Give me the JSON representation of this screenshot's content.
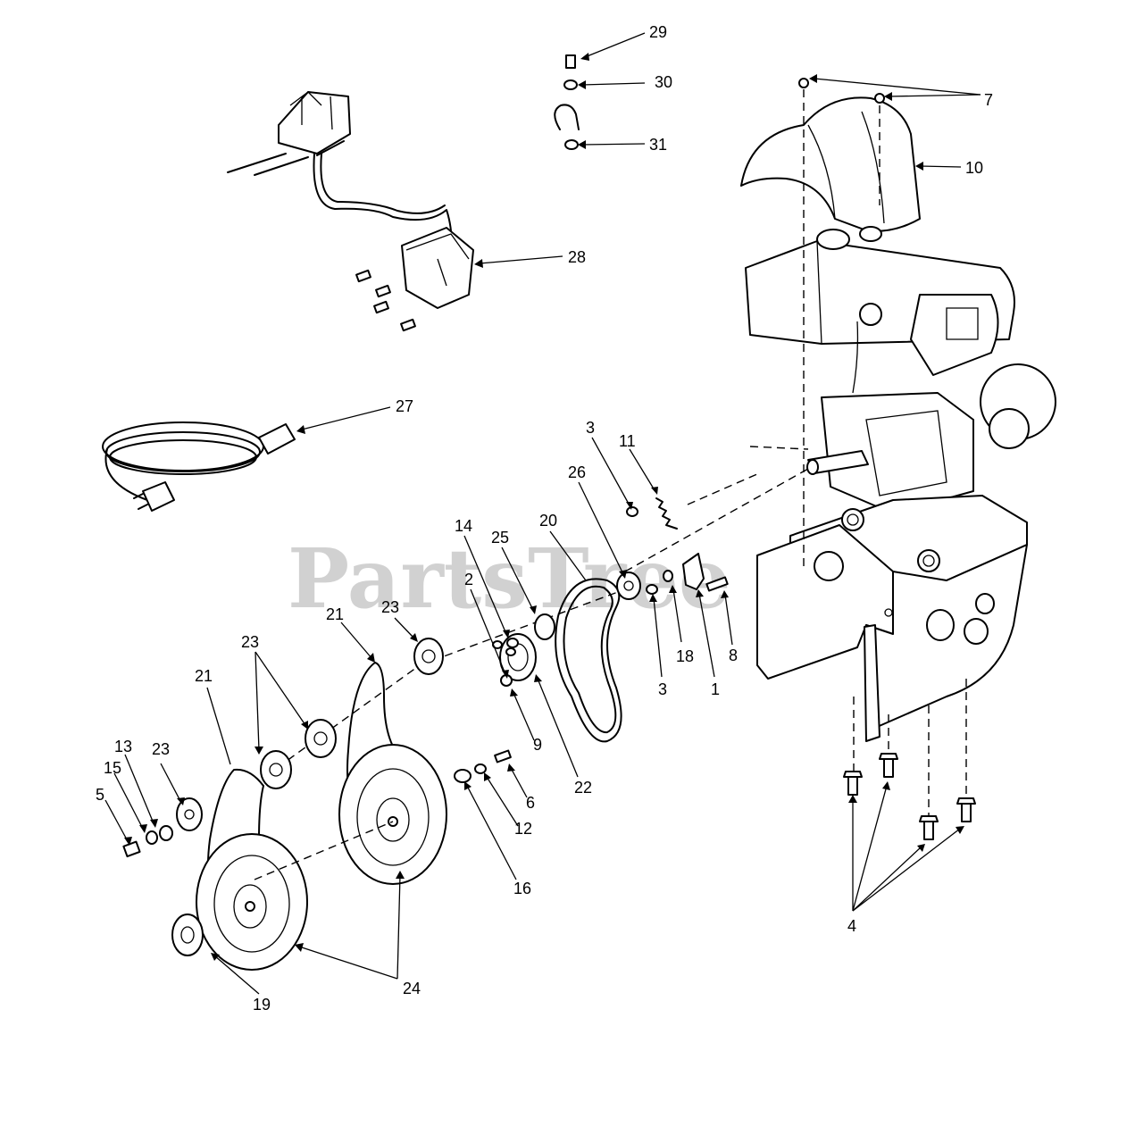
{
  "watermark": "PartsTree",
  "callouts": [
    {
      "id": "c29",
      "label": "29"
    },
    {
      "id": "c30",
      "label": "30"
    },
    {
      "id": "c31",
      "label": "31"
    },
    {
      "id": "c7",
      "label": "7"
    },
    {
      "id": "c10",
      "label": "10"
    },
    {
      "id": "c28",
      "label": "28"
    },
    {
      "id": "c27",
      "label": "27"
    },
    {
      "id": "c3a",
      "label": "3"
    },
    {
      "id": "c11",
      "label": "11"
    },
    {
      "id": "c26",
      "label": "26"
    },
    {
      "id": "c20",
      "label": "20"
    },
    {
      "id": "c14",
      "label": "14"
    },
    {
      "id": "c25",
      "label": "25"
    },
    {
      "id": "c2",
      "label": "2"
    },
    {
      "id": "c23a",
      "label": "23"
    },
    {
      "id": "c21a",
      "label": "21"
    },
    {
      "id": "c23b",
      "label": "23"
    },
    {
      "id": "c21b",
      "label": "21"
    },
    {
      "id": "c13",
      "label": "13"
    },
    {
      "id": "c23c",
      "label": "23"
    },
    {
      "id": "c15",
      "label": "15"
    },
    {
      "id": "c5",
      "label": "5"
    },
    {
      "id": "c18",
      "label": "18"
    },
    {
      "id": "c3b",
      "label": "3"
    },
    {
      "id": "c1",
      "label": "1"
    },
    {
      "id": "c8",
      "label": "8"
    },
    {
      "id": "c9",
      "label": "9"
    },
    {
      "id": "c22",
      "label": "22"
    },
    {
      "id": "c6",
      "label": "6"
    },
    {
      "id": "c12",
      "label": "12"
    },
    {
      "id": "c16",
      "label": "16"
    },
    {
      "id": "c24",
      "label": "24"
    },
    {
      "id": "c19",
      "label": "19"
    },
    {
      "id": "c4",
      "label": "4"
    }
  ]
}
